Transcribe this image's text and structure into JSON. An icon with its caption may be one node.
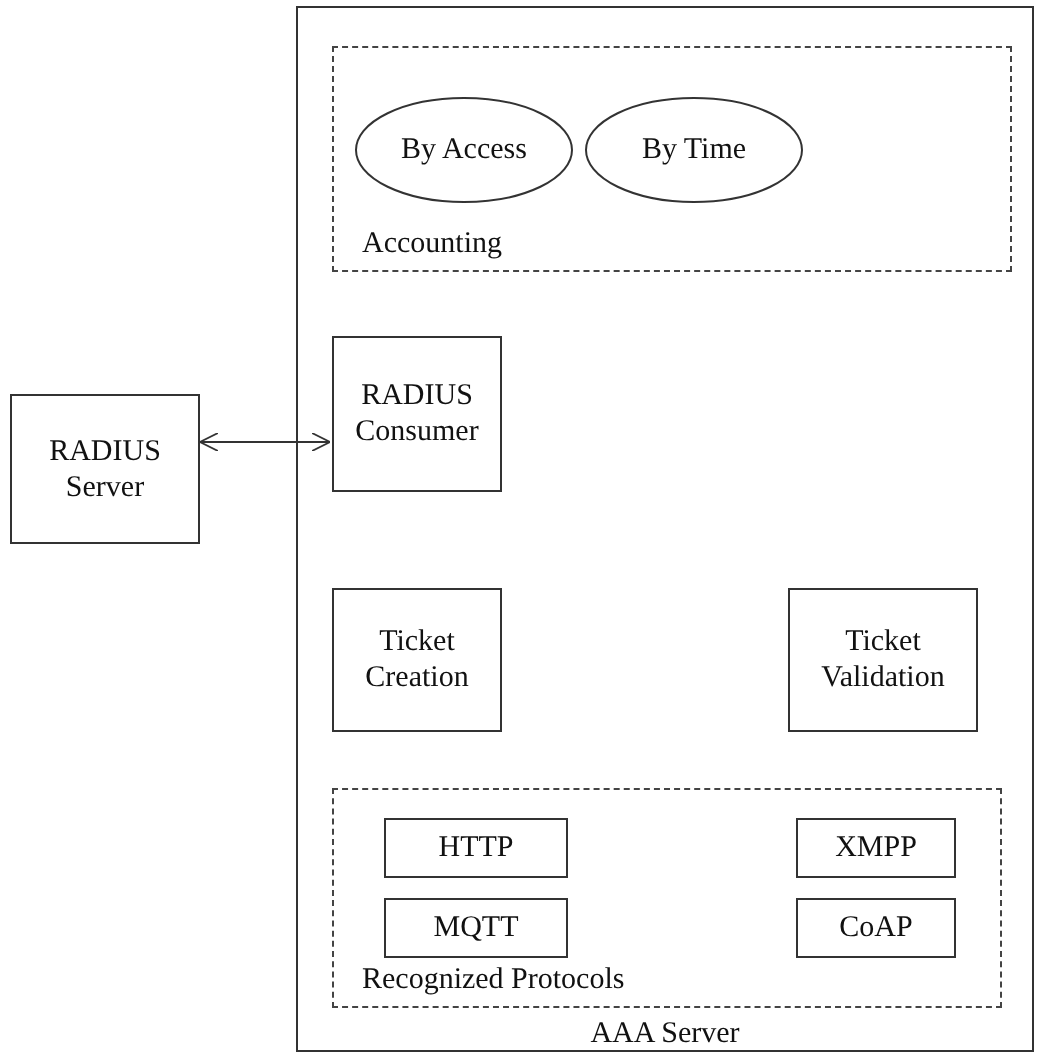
{
  "diagram": {
    "nodes": [
      {
        "text": [
          "AAA Server"
        ]
      },
      {
        "text": [
          "Accounting"
        ],
        "in": 0
      },
      {
        "text": [
          "By Access"
        ],
        "in": 1
      },
      {
        "text": [
          "By Time"
        ],
        "in": 1
      },
      {
        "text": [
          "RADIUS Server"
        ]
      },
      {
        "text": [
          "RADIUS Consumer"
        ],
        "in": 0
      },
      {
        "text": [
          "Ticket Creation"
        ],
        "in": 0
      },
      {
        "text": [
          "Ticket Validation"
        ],
        "in": 0
      },
      {
        "text": [
          "Recognized Protocols"
        ],
        "in": 0
      },
      {
        "text": [
          "HTTP"
        ],
        "in": 8
      },
      {
        "text": [
          "XMPP"
        ],
        "in": 8
      },
      {
        "text": [
          "MQTT"
        ],
        "in": 8
      },
      {
        "text": [
          "CoAP"
        ],
        "in": 8
      }
    ],
    "edges": [
      {
        "from": 4,
        "to": 5,
        "arrow": "both"
      }
    ]
  }
}
